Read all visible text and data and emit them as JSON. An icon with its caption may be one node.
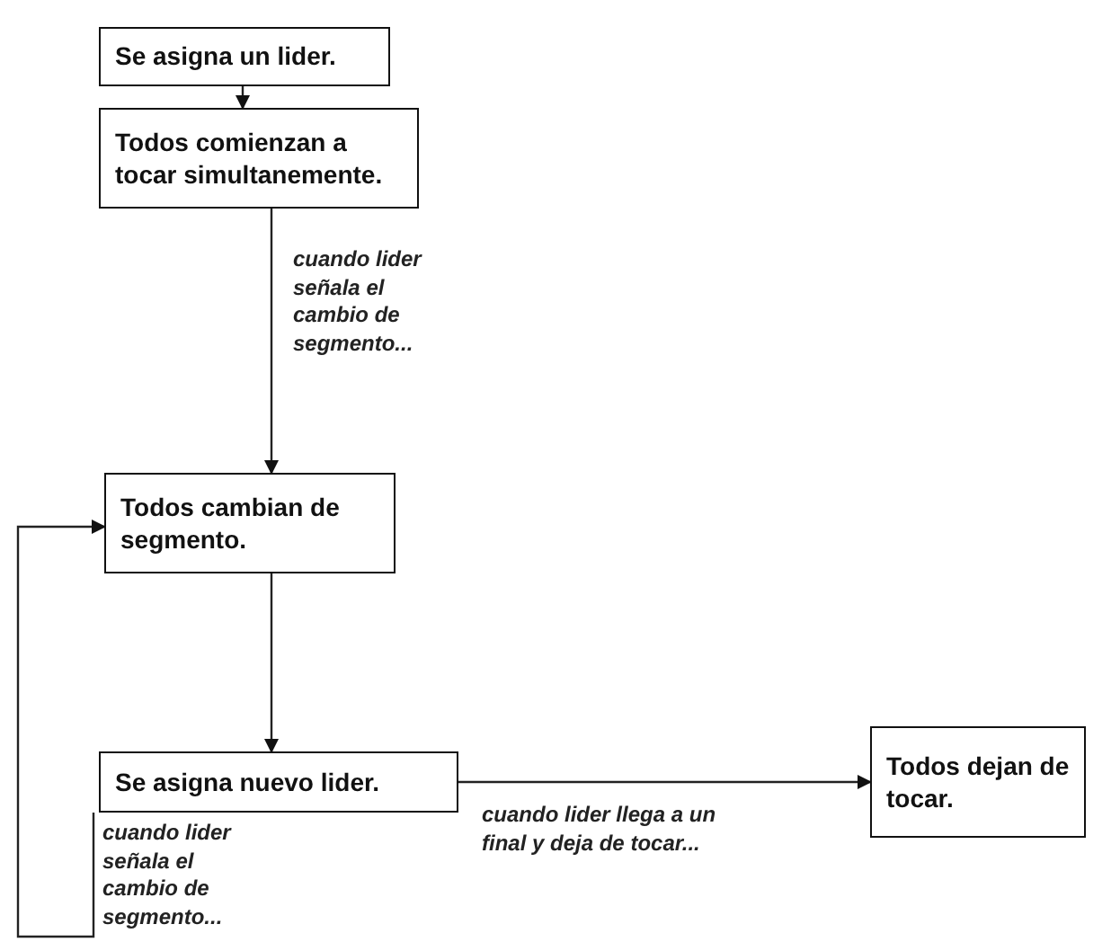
{
  "diagram": {
    "nodes": [
      {
        "text": [
          "Se asigna un lider."
        ]
      },
      {
        "text": [
          "Todos comienzan a tocar simultanemente."
        ]
      },
      {
        "text": [
          "Todos cambian de segmento."
        ]
      },
      {
        "text": [
          "Se asigna nuevo lider."
        ]
      },
      {
        "text": [
          "Todos dejan de tocar."
        ]
      }
    ],
    "edges": [
      {
        "from": 0,
        "to": 1,
        "arrow": "to"
      },
      {
        "from": 1,
        "to": 2,
        "arrow": "to",
        "label": "cuando lider señala el cambio de segmento..."
      },
      {
        "from": 2,
        "to": 3,
        "arrow": "to"
      },
      {
        "from": 3,
        "to": 4,
        "arrow": "to",
        "label": "cuando lider llega a un final y deja de tocar..."
      },
      {
        "from": 3,
        "to": 2,
        "arrow": "to",
        "label": "cuando lider señala el cambio de segmento..."
      }
    ]
  }
}
